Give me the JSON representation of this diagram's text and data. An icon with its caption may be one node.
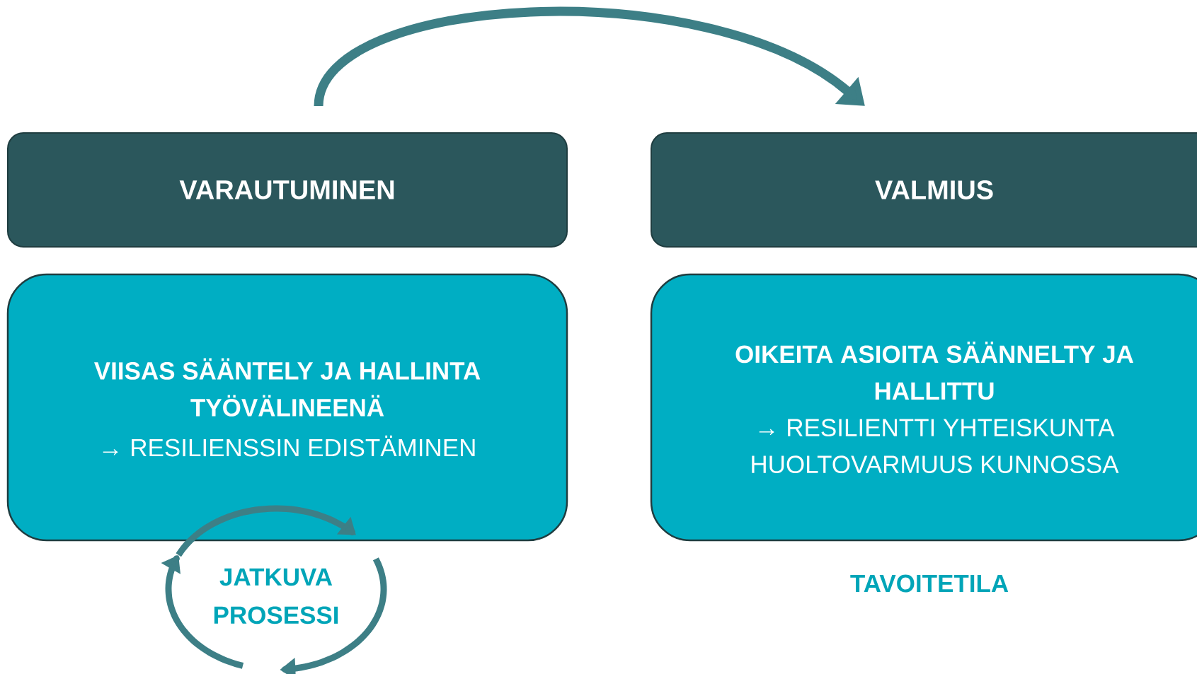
{
  "diagram": {
    "nodes": [
      {
        "text": [
          "VARAUTUMINEN"
        ]
      },
      {
        "text": [
          "VALMIUS"
        ]
      },
      {
        "text": [
          "VIISAS SÄÄNTELY JA HALLINTA TYÖVÄLINEENÄ",
          "→ RESILIENSSIN EDISTÄMINEN"
        ]
      },
      {
        "text": [
          "OIKEITA ASIOITA SÄÄNNELTY JA HALLITTU",
          "→ RESILIENTTI YHTEISKUNTA HUOLTOVARMUUS KUNNOSSA"
        ]
      }
    ],
    "edges": [
      {
        "from": 0,
        "to": 1,
        "arrow": "to"
      }
    ],
    "labels": [
      "JATKUVA PROSESSI",
      "TAVOITETILA"
    ]
  }
}
